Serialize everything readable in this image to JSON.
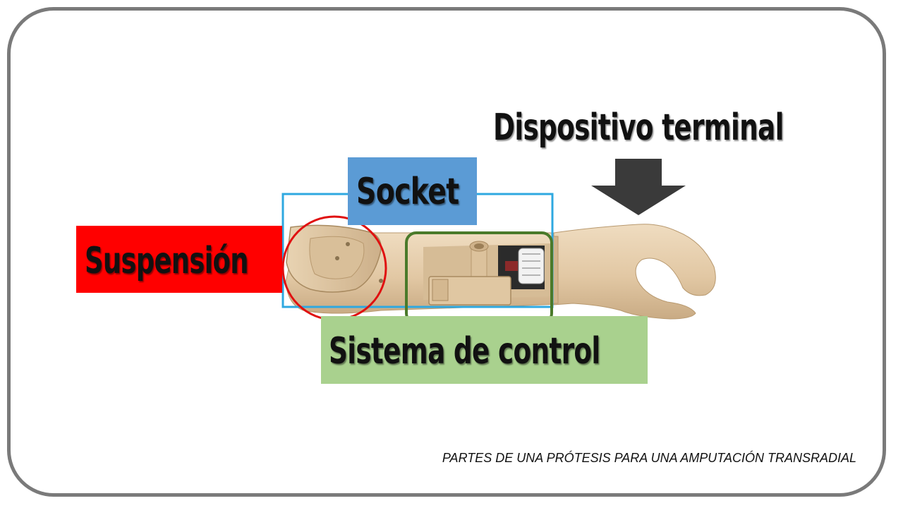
{
  "labels": {
    "terminal_device": "Dispositivo terminal",
    "socket": "Socket",
    "suspension": "Suspensión",
    "control_system": "Sistema de control"
  },
  "caption": "PARTES DE UNA PRÓTESIS PARA UNA AMPUTACIÓN TRANSRADIAL",
  "colors": {
    "frame": "#7a7a7a",
    "socket_fill": "#5b9bd5",
    "socket_outline": "#2ea8e0",
    "suspension_fill": "#ff0000",
    "suspension_outline": "#e01010",
    "control_fill": "#a9d18e",
    "control_outline": "#4a7a2a",
    "arrow": "#3a3a3a",
    "prosthesis": "#e6d0b0"
  },
  "icons": [
    "down-arrow-icon",
    "prosthetic-arm-image"
  ]
}
